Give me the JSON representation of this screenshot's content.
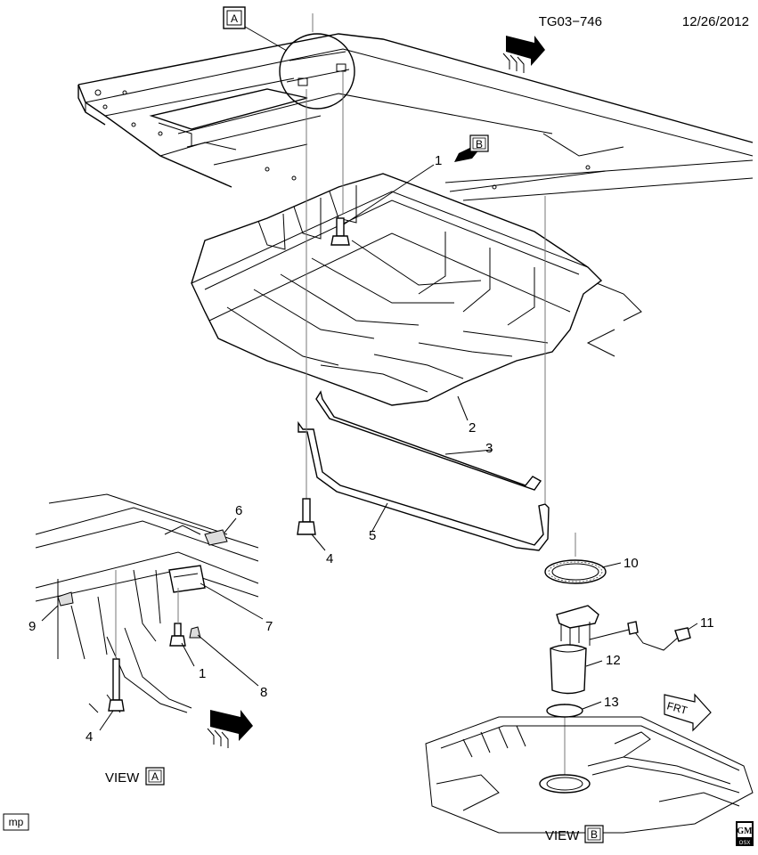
{
  "header": {
    "drawing_id": "TG03−746",
    "date": "12/26/2012"
  },
  "view_marks": {
    "a": "A",
    "b": "B"
  },
  "direction": {
    "front_label": "FRT"
  },
  "callouts": {
    "c1_main": "1",
    "c2": "2",
    "c3": "3",
    "c4_main": "4",
    "c5": "5",
    "c6": "6",
    "c7": "7",
    "c8": "8",
    "c9": "9",
    "c1_view": "1",
    "c4_view": "4",
    "c10": "10",
    "c11": "11",
    "c12": "12",
    "c13": "13"
  },
  "captions": {
    "view_a_text": "VIEW",
    "view_b_text": "VIEW"
  },
  "footer": {
    "corner_tag": "mp",
    "logo_text": "GM",
    "logo_sub": "OSX"
  }
}
